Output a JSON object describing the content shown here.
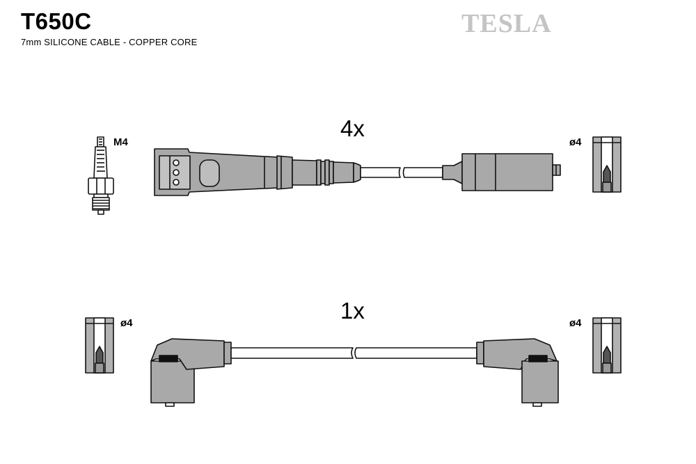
{
  "header": {
    "part_code": "T650C",
    "subtitle": "7mm SILICONE CABLE - COPPER CORE",
    "brand": "TESLA"
  },
  "leads": [
    {
      "quantity_label": "4x",
      "left_label": "M4",
      "right_label": "ø4"
    },
    {
      "quantity_label": "1x",
      "left_label": "ø4",
      "right_label": "ø4"
    }
  ],
  "colors": {
    "part_fill": "#a9a9a9",
    "outline": "#111111",
    "brand_gray": "#c4c4c4"
  }
}
